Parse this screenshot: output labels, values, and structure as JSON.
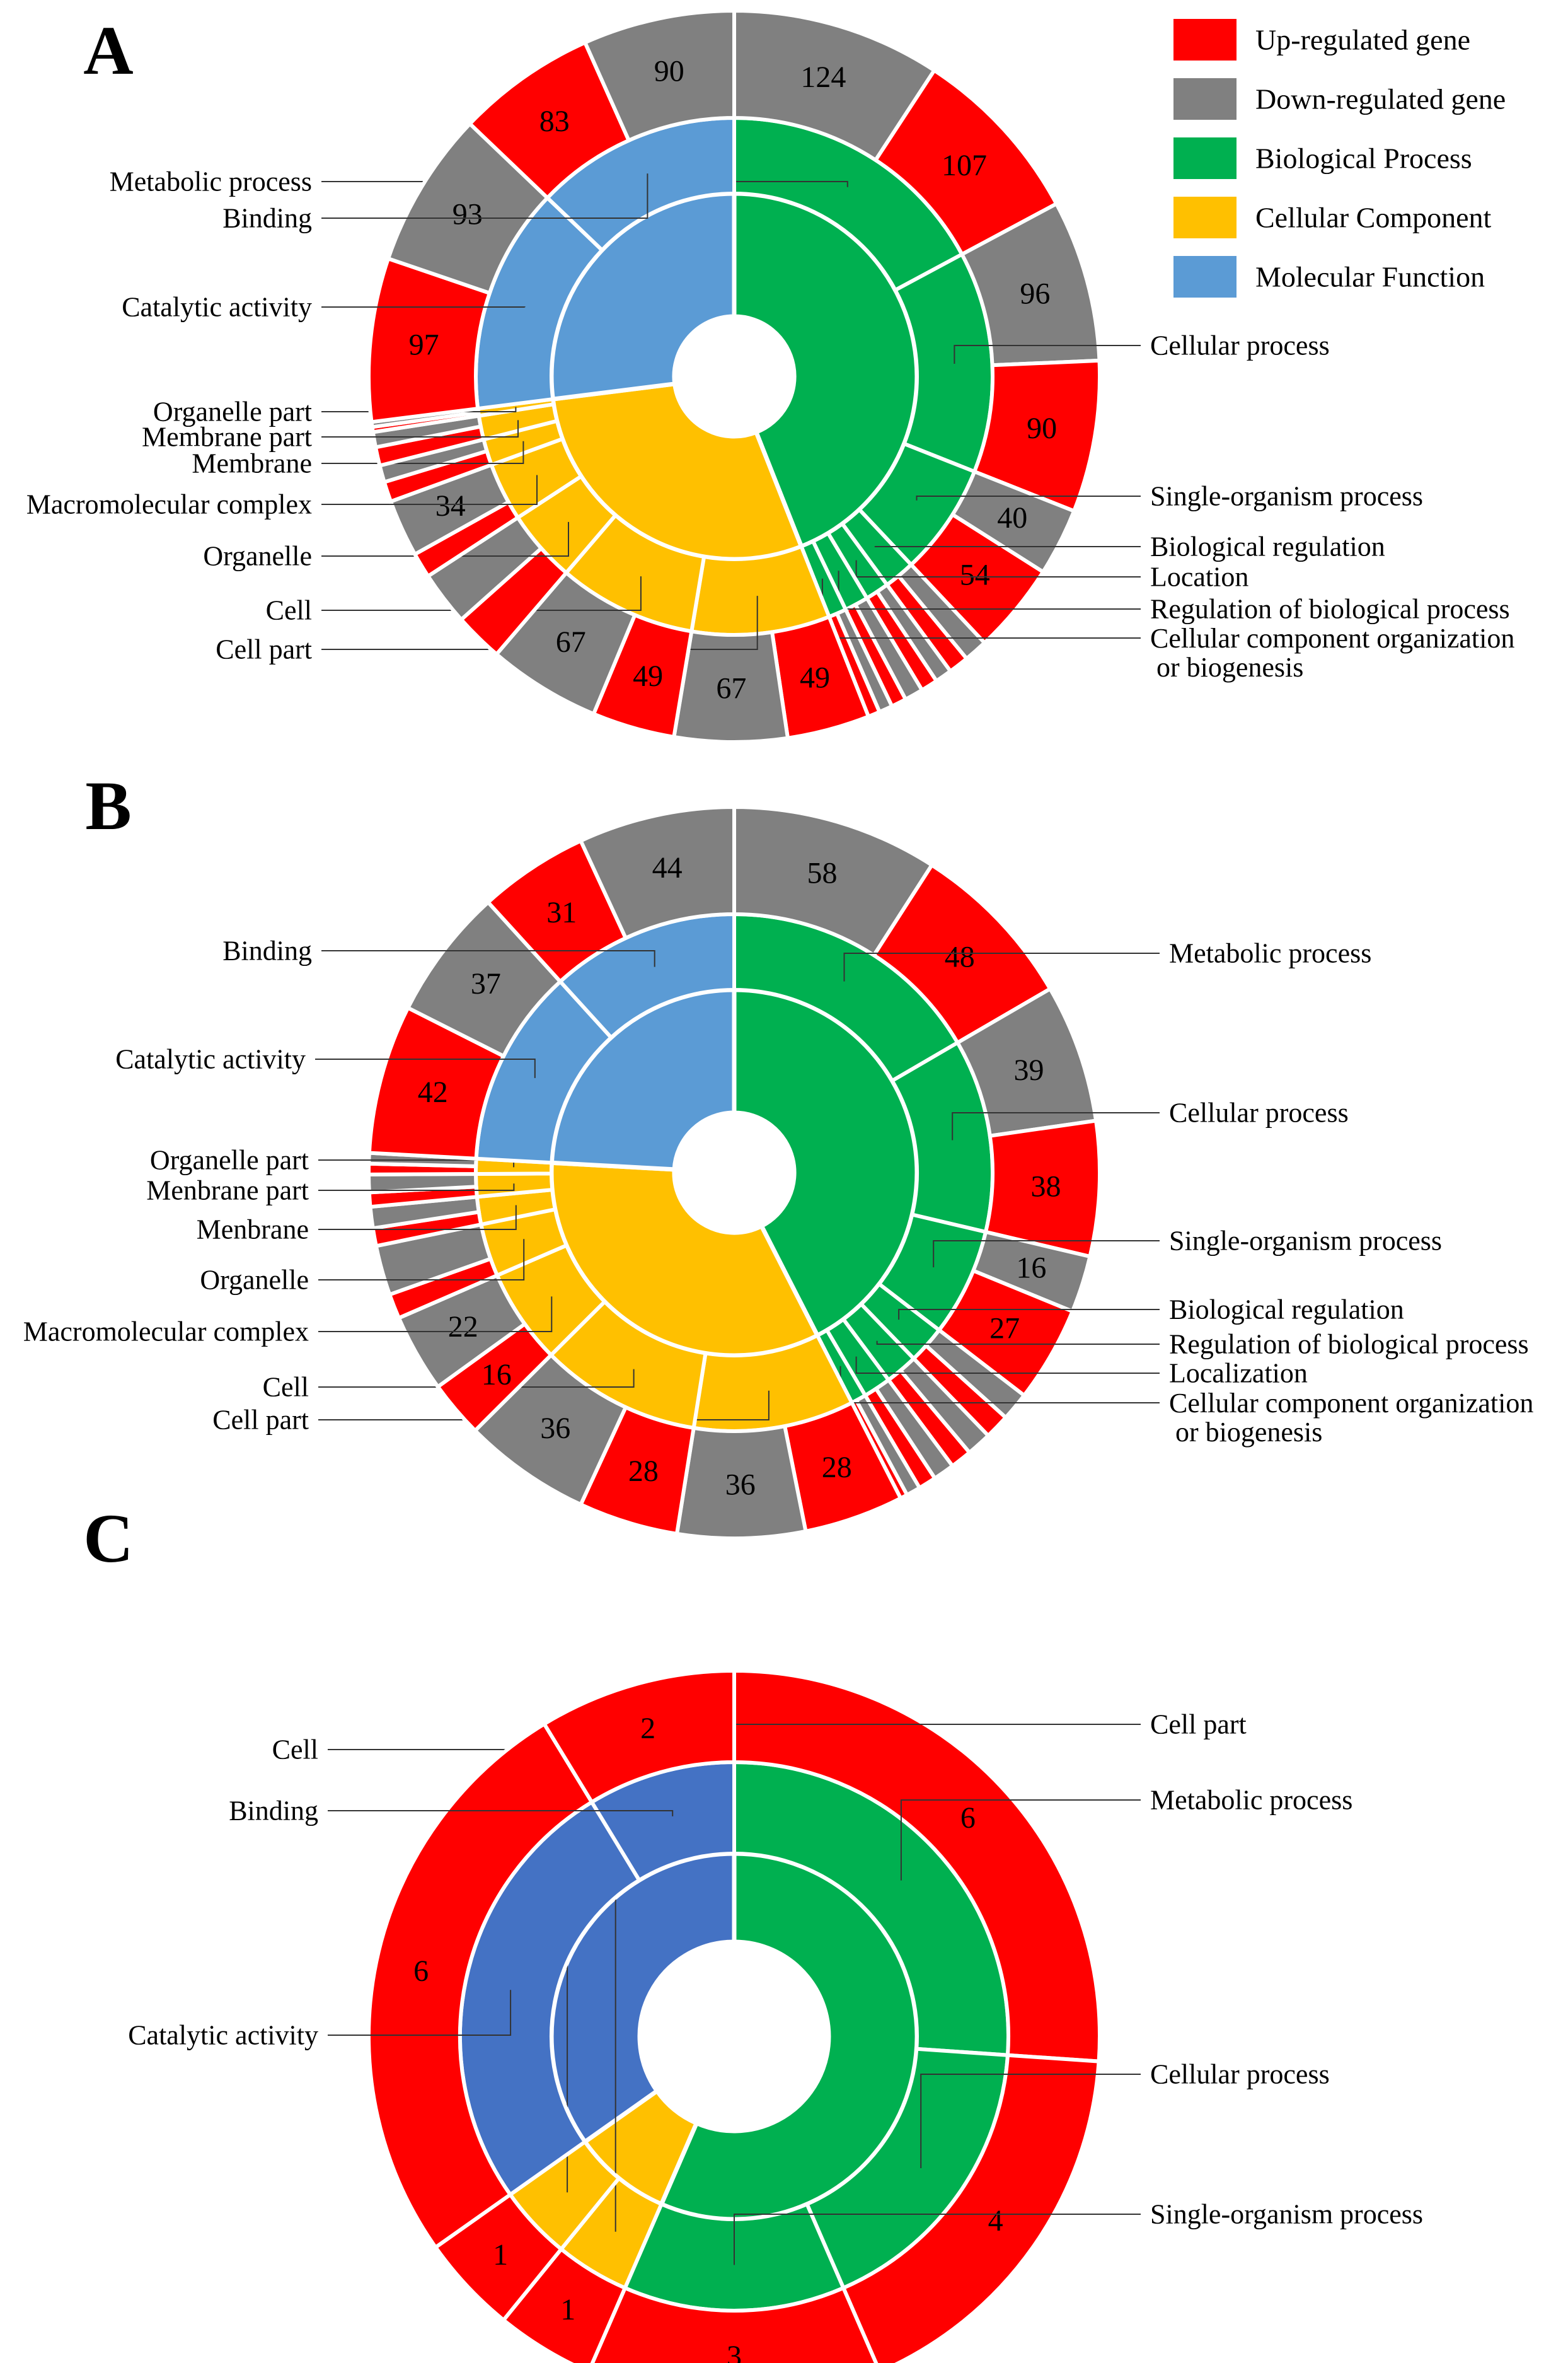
{
  "colors": {
    "up": "#FF0000",
    "down": "#808080",
    "bp": "#00B050",
    "cc": "#FFC000",
    "mf_light": "#5B9BD5",
    "mf_dark": "#4472C4",
    "separator": "#FFFFFF",
    "leader": "#333333",
    "text": "#000000"
  },
  "legend": {
    "placement": "top-right",
    "items": [
      {
        "label": "Up-regulated gene",
        "color": "#FF0000"
      },
      {
        "label": "Down-regulated gene",
        "color": "#808080"
      },
      {
        "label": "Biological Process",
        "color": "#00B050"
      },
      {
        "label": "Cellular Component",
        "color": "#FFC000"
      },
      {
        "label": "Molecular Function",
        "color": "#5B9BD5"
      }
    ]
  },
  "chart_data": [
    {
      "panel": "A",
      "type": "pie",
      "subtype": "sunburst",
      "outer_ring": "gene count per GO term (up / down)",
      "categories": [
        {
          "term": "Metabolic process",
          "group": "BP",
          "up": 107,
          "down": 124
        },
        {
          "term": "Cellular process",
          "group": "BP",
          "up": 90,
          "down": 96
        },
        {
          "term": "Single-organism process",
          "group": "BP",
          "up": 54,
          "down": 40
        },
        {
          "term": "Biological regulation",
          "group": "BP",
          "up": 12,
          "down": 14
        },
        {
          "term": "Location",
          "group": "BP",
          "up": 10,
          "down": 10
        },
        {
          "term": "Regulation of biological process",
          "group": "BP",
          "up": 9,
          "down": 11
        },
        {
          "term": "Cellular component organization\nor biogenesis",
          "group": "BP",
          "up": 7,
          "down": 8
        },
        {
          "term": "Cell part",
          "group": "CC",
          "up": 49,
          "down": 67
        },
        {
          "term": "Cell",
          "group": "CC",
          "up": 49,
          "down": 67
        },
        {
          "term": "Organelle",
          "group": "CC",
          "up": 29,
          "down": 32
        },
        {
          "term": "Macromolecular complex",
          "group": "CC",
          "up": 15,
          "down": 34
        },
        {
          "term": "Membrane",
          "group": "CC",
          "up": 12,
          "down": 10
        },
        {
          "term": "Membrane part",
          "group": "CC",
          "up": 11,
          "down": 9
        },
        {
          "term": "Organelle part",
          "group": "CC",
          "up": 3,
          "down": 3
        },
        {
          "term": "Catalytic activity",
          "group": "MF",
          "up": 97,
          "down": 93
        },
        {
          "term": "Binding",
          "group": "MF",
          "up": 83,
          "down": 90
        }
      ]
    },
    {
      "panel": "B",
      "type": "pie",
      "subtype": "sunburst",
      "outer_ring": "gene count per GO term (up / down)",
      "categories": [
        {
          "term": "Metabolic process",
          "group": "BP",
          "up": 48,
          "down": 58
        },
        {
          "term": "Cellular process",
          "group": "BP",
          "up": 38,
          "down": 39
        },
        {
          "term": "Single-organism process",
          "group": "BP",
          "up": 27,
          "down": 16
        },
        {
          "term": "Biological regulation",
          "group": "BP",
          "up": 7,
          "down": 8
        },
        {
          "term": "Regulation of biological process",
          "group": "BP",
          "up": 6,
          "down": 7
        },
        {
          "term": "Localization",
          "group": "BP",
          "up": 5,
          "down": 6
        },
        {
          "term": "Cellular component organization\nor biogenesis",
          "group": "BP",
          "up": 2,
          "down": 4
        },
        {
          "term": "Cell part",
          "group": "CC",
          "up": 28,
          "down": 36
        },
        {
          "term": "Cell",
          "group": "CC",
          "up": 28,
          "down": 36
        },
        {
          "term": "Macromolecular complex",
          "group": "CC",
          "up": 16,
          "down": 22
        },
        {
          "term": "Organelle",
          "group": "CC",
          "up": 7,
          "down": 14
        },
        {
          "term": "Menbrane",
          "group": "CC",
          "up": 5,
          "down": 6
        },
        {
          "term": "Menbrane part",
          "group": "CC",
          "up": 4,
          "down": 5
        },
        {
          "term": "Organelle part",
          "group": "CC",
          "up": 3,
          "down": 3
        },
        {
          "term": "Catalytic activity",
          "group": "MF",
          "up": 42,
          "down": 37
        },
        {
          "term": "Binding",
          "group": "MF",
          "up": 31,
          "down": 44
        }
      ]
    },
    {
      "panel": "C",
      "type": "pie",
      "subtype": "sunburst",
      "outer_ring": "gene count per GO term (up)",
      "categories": [
        {
          "term": "Metabolic process",
          "group": "BP",
          "up": 6
        },
        {
          "term": "Cellular process",
          "group": "BP",
          "up": 4
        },
        {
          "term": "Single-organism process",
          "group": "BP",
          "up": 3
        },
        {
          "term": "Catalytic activity",
          "group": "MF",
          "up": 6
        },
        {
          "term": "Binding",
          "group": "MF",
          "up": 2
        },
        {
          "term": "Cell",
          "group": "CC",
          "up": 1
        },
        {
          "term": "Cell part",
          "group": "CC",
          "up": 1
        }
      ]
    }
  ]
}
